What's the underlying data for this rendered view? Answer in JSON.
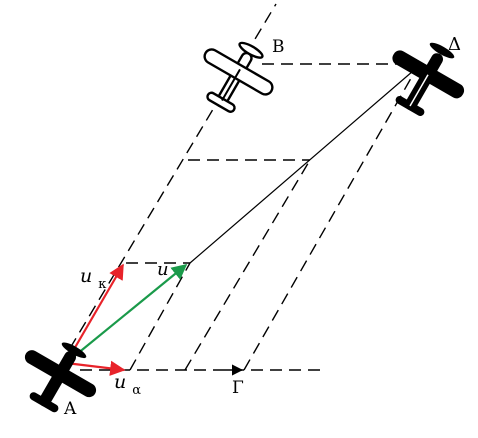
{
  "labels": {
    "A": "Α",
    "B": "Β",
    "Gamma": "Γ",
    "Delta": "Δ",
    "u": "u",
    "u_k_main": "u",
    "u_k_sub": "κ",
    "u_a_main": "u",
    "u_a_sub": "α"
  },
  "colors": {
    "red_vector": "#e8232a",
    "green_vector": "#1a9a4a",
    "line": "#000000",
    "plane_fill": "#000000",
    "plane_outline_fill": "#ffffff"
  },
  "icons": [
    "airplane-filled-icon",
    "airplane-outline-icon"
  ]
}
